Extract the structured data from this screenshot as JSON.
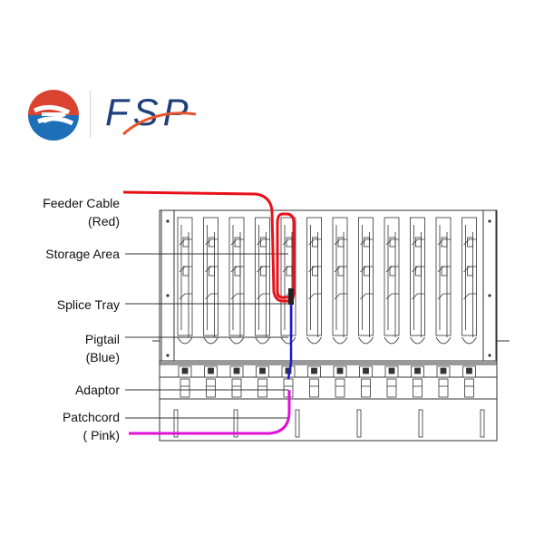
{
  "brand": {
    "text": "FSP",
    "colors": {
      "primary": "#1f3f7a",
      "accent": "#e8552b",
      "logo_red": "#d9432f",
      "logo_blue": "#1d6fb8"
    }
  },
  "labels": {
    "feeder_cable": [
      "Feeder Cable",
      "(Red)"
    ],
    "storage_area": "Storage Area",
    "splice_tray": "Splice Tray",
    "pigtail": [
      "Pigtail",
      "(Blue)"
    ],
    "adaptor": "Adaptor",
    "patchcord": [
      "Patchcord",
      "( Pink)"
    ]
  },
  "colors": {
    "feeder": "#e8111a",
    "pigtail": "#1a1ad6",
    "patchcord": "#e010d8",
    "drawing": "#333333"
  },
  "icons": {
    "logo": "fsp-logo-icon"
  }
}
